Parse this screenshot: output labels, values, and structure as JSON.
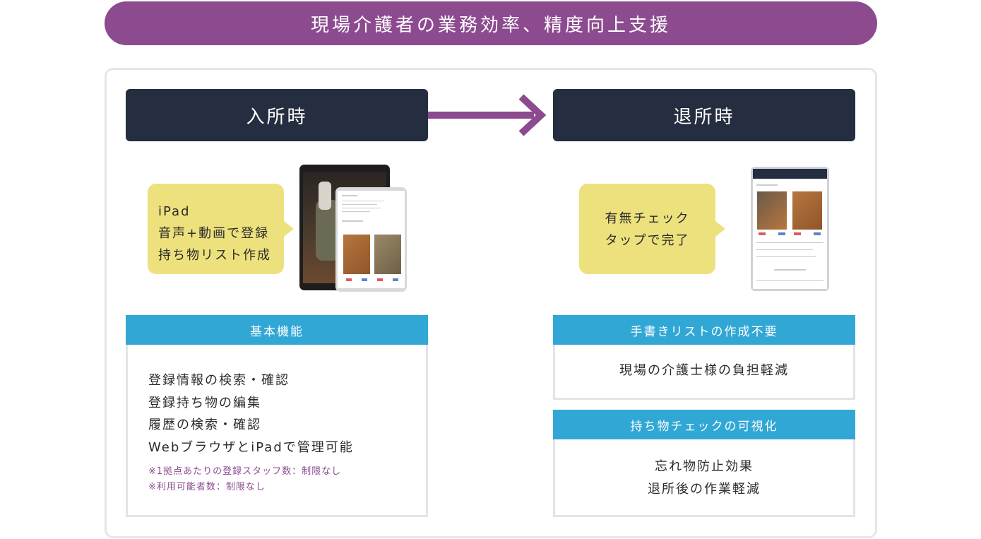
{
  "banner": {
    "title": "現場介護者の業務効率、精度向上支援"
  },
  "left": {
    "phase_label": "入所時",
    "bubble_lines": [
      "iPad",
      "音声+動画で登録",
      "持ち物リスト作成"
    ],
    "card": {
      "header": "基本機能",
      "features": [
        "登録情報の検索・確認",
        "登録持ち物の編集",
        "履歴の検索・確認",
        "WebブラウザとiPadで管理可能"
      ],
      "notes": [
        "※1拠点あたりの登録スタッフ数：制限なし",
        "※利用可能者数：制限なし"
      ]
    }
  },
  "right": {
    "phase_label": "退所時",
    "bubble_lines": [
      "有無チェック",
      "タップで完了"
    ],
    "cards": [
      {
        "header": "手書きリストの作成不要",
        "lines": [
          "現場の介護士様の負担軽減"
        ]
      },
      {
        "header": "持ち物チェックの可視化",
        "lines": [
          "忘れ物防止効果",
          "退所後の作業軽減"
        ]
      }
    ]
  },
  "colors": {
    "banner": "#8c4a8f",
    "phase": "#252e40",
    "arrow": "#8c4a8f",
    "bubble": "#ede17e",
    "card_header": "#31a7d6",
    "note": "#8c4a8f"
  }
}
